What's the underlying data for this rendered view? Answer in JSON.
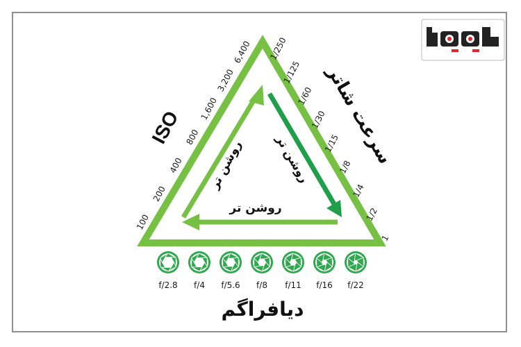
{
  "colors": {
    "light_green": "#76c043",
    "dark_green": "#1f9f49",
    "text": "#111111",
    "frame": "#8f8f8f"
  },
  "logo": {
    "text": "دیدگاه",
    "icon": "camera-logo-icon"
  },
  "iso": {
    "title": "ISO",
    "values": [
      "100",
      "200",
      "400",
      "800",
      "1,600",
      "3,200",
      "6,400"
    ]
  },
  "shutter": {
    "title": "سرعت شاتر",
    "values": [
      "1/250",
      "1/125",
      "1/60",
      "1/30",
      "1/15",
      "1/8",
      "1/4",
      "1/2",
      "1"
    ]
  },
  "aperture": {
    "title": "دیافراگم",
    "values": [
      "f/2.8",
      "f/4",
      "f/5.6",
      "f/8",
      "f/11",
      "f/16",
      "f/22"
    ],
    "icon": "aperture-icon"
  },
  "arrows": {
    "left_label": "روشن تر",
    "right_label": "روشن تر",
    "bottom_label": "روشن تر"
  }
}
